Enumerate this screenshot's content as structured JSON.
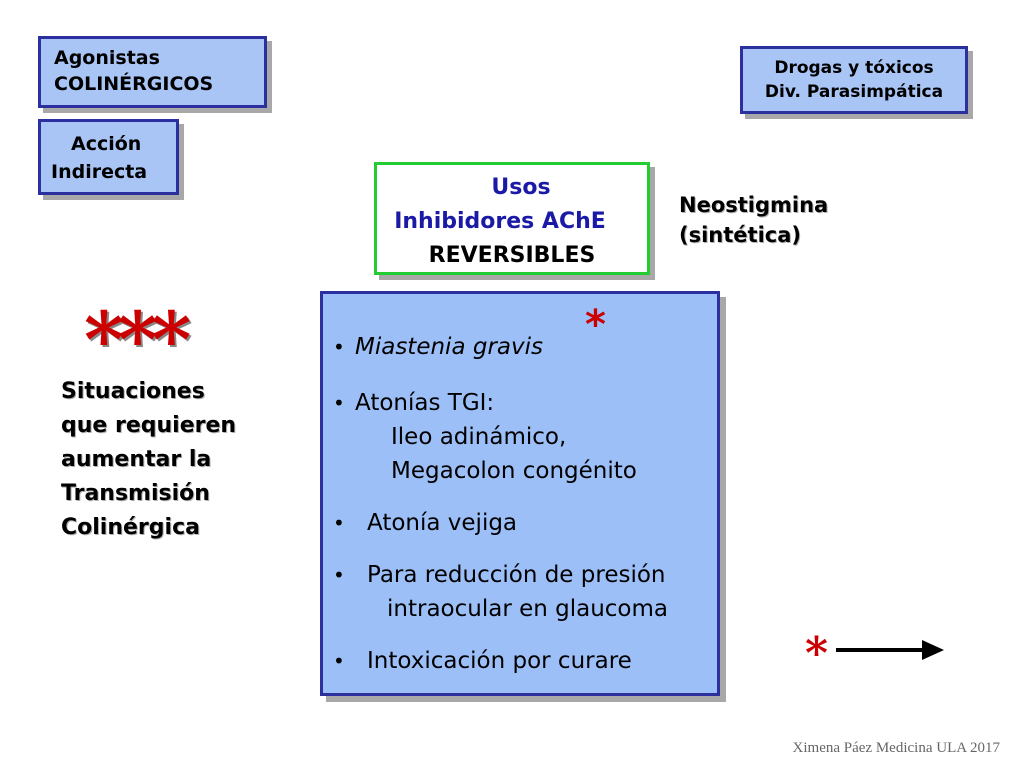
{
  "header_left": {
    "title_lines": [
      "Agonistas",
      "COLINÉRGICOS"
    ],
    "subtitle_lines": [
      "Acción",
      "Indirecta"
    ]
  },
  "header_right": {
    "lines": [
      "Drogas y tóxicos",
      "Div. Parasimpática"
    ]
  },
  "usos_box": {
    "line1": "Usos",
    "line2": "Inhibidores AChE",
    "line3": "REVERSIBLES"
  },
  "drug": {
    "lines": [
      "Neostigmina",
      "(sintética)"
    ]
  },
  "emphasis": {
    "stars": "***",
    "lines": [
      "Situaciones",
      "que requieren",
      "aumentar la",
      "Transmisión",
      "Colinérgica"
    ]
  },
  "uses_list": {
    "bullet": "•",
    "star": "*",
    "items": [
      {
        "lines": [
          "Miastenia gravis"
        ]
      },
      {
        "lines": [
          "Atonías TGI:",
          "Ileo adinámico,",
          "Megacolon congénito"
        ]
      },
      {
        "lines": [
          "Atonía vejiga"
        ]
      },
      {
        "lines": [
          "Para reducción de presión",
          "intraocular en glaucoma"
        ]
      },
      {
        "lines": [
          "Intoxicación por curare"
        ]
      }
    ]
  },
  "arrow_star": "*",
  "footer": "Ximena Páez Medicina ULA 2017",
  "colors": {
    "box_fill": "#a9c5f5",
    "box_border": "#2c2f9e",
    "usos_border": "#22cc33",
    "accent_red": "#cc0000",
    "usos_text": "#1a1aa6"
  }
}
